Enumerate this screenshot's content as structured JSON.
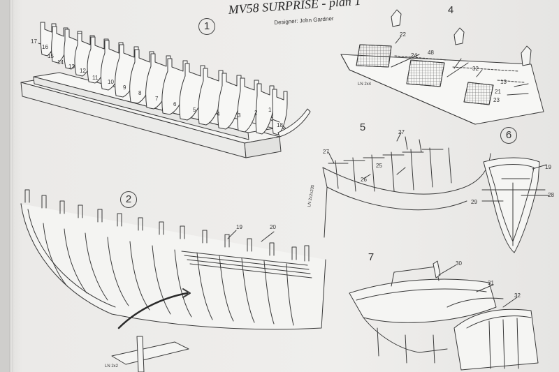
{
  "header": {
    "title": "MV58 SURPRISE - plan 1",
    "designer": "Designer: John Gardner"
  },
  "steps": [
    "1",
    "2",
    "4",
    "5",
    "6",
    "7"
  ],
  "part_labels": {
    "frames_step1": [
      "17",
      "16",
      "15",
      "14",
      "13",
      "12",
      "11",
      "10",
      "9",
      "8",
      "7",
      "6",
      "5",
      "4",
      "3",
      "2",
      "1",
      "18"
    ],
    "step2": [
      "19",
      "20",
      "LN 2x2"
    ],
    "step4": [
      "22",
      "24",
      "48",
      "32",
      "13",
      "21",
      "23",
      "LN 2x4"
    ],
    "step5": [
      "27",
      "27",
      "25",
      "26",
      "LN 2x2x235"
    ],
    "step6": [
      "19",
      "28",
      "29"
    ],
    "step7": [
      "30",
      "31",
      "32"
    ]
  }
}
